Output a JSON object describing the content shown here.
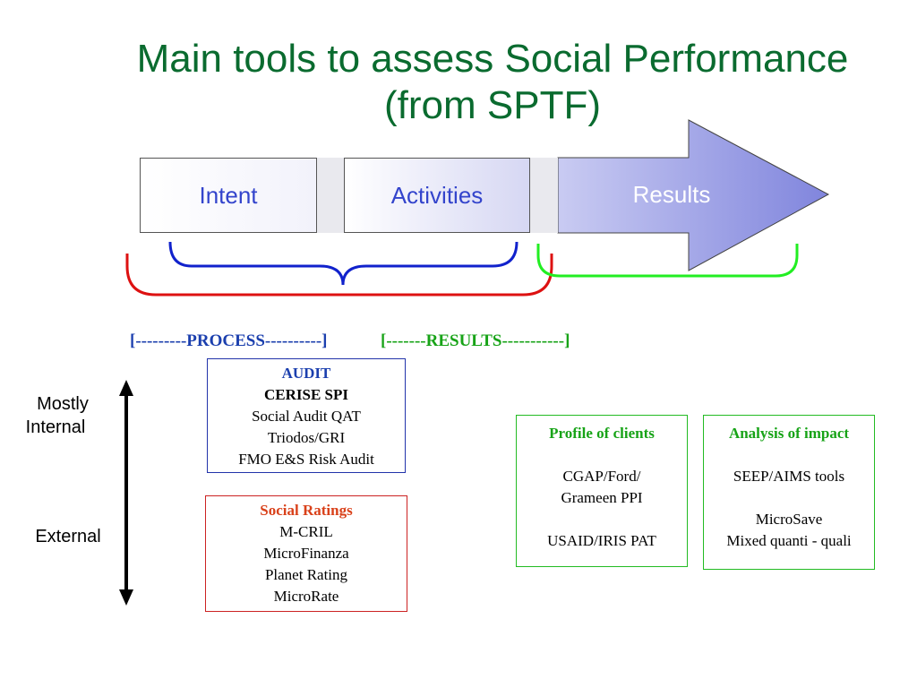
{
  "title": {
    "line1": "Main tools to assess Social Performance",
    "line2": "(from SPTF)"
  },
  "stages": {
    "intent": "Intent",
    "activities": "Activities",
    "results": "Results"
  },
  "phases": {
    "process": "[---------PROCESS----------]",
    "results": "[-------RESULTS-----------]"
  },
  "axis": {
    "top_line1": "Mostly",
    "top_line2": "Internal",
    "bottom": "External"
  },
  "audit": {
    "header": "AUDIT",
    "subheader": "CERISE SPI",
    "items": [
      "Social Audit QAT",
      "Triodos/GRI",
      "FMO E&S Risk Audit"
    ]
  },
  "ratings": {
    "header": "Social Ratings",
    "items": [
      "M-CRIL",
      "MicroFinanza",
      "Planet Rating",
      "MicroRate"
    ]
  },
  "profile": {
    "header": "Profile of clients",
    "items": [
      "CGAP/Ford/",
      "Grameen PPI",
      "USAID/IRIS PAT"
    ]
  },
  "impact": {
    "header": "Analysis of impact",
    "items": [
      "SEEP/AIMS tools",
      "MicroSave",
      "Mixed quanti - quali"
    ]
  },
  "colors": {
    "title": "#0a6b2f",
    "process_blue": "#1b3fae",
    "results_green": "#17a317",
    "ratings_red": "#d9411a",
    "arrow_start": "#c9cbf2",
    "arrow_end": "#8085dd"
  }
}
